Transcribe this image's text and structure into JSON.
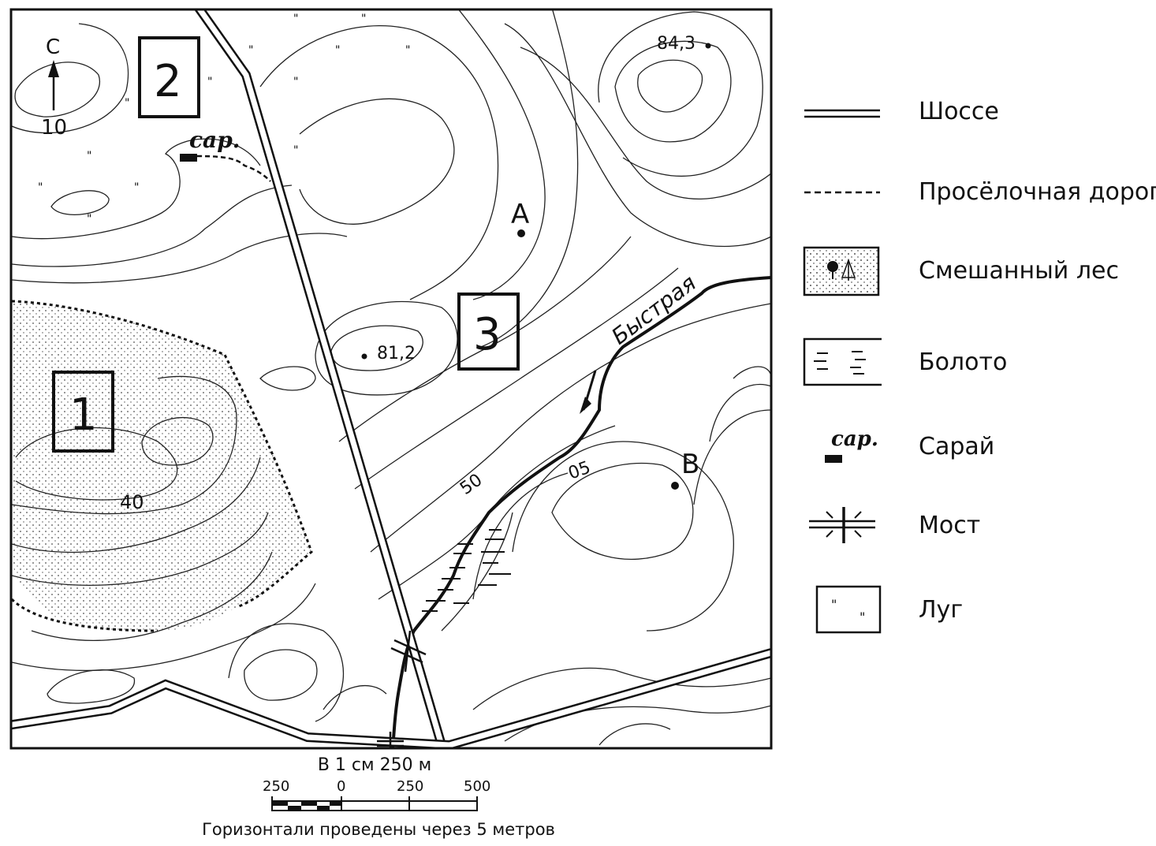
{
  "map": {
    "north_label": "С",
    "azimuth_label": "10",
    "area_labels": [
      "1",
      "2",
      "3"
    ],
    "points": {
      "a": "A",
      "b": "B"
    },
    "elevations": {
      "hill_ne": "84,3",
      "hill_center": "81,2"
    },
    "contour_labels": {
      "c40": "40",
      "c50": "50",
      "c05": "05"
    },
    "river_name": "Быстрая",
    "barn_label": "сар."
  },
  "legend": [
    {
      "symbol": "highway-symbol",
      "label": "Шоссе"
    },
    {
      "symbol": "dirt-road-symbol",
      "label": "Просёлочная дорога"
    },
    {
      "symbol": "mixed-forest-symbol",
      "label": "Смешанный лес"
    },
    {
      "symbol": "swamp-symbol",
      "label": "Болото"
    },
    {
      "symbol": "barn-symbol",
      "label": "Сарай",
      "symbol_text": "сар."
    },
    {
      "symbol": "bridge-symbol",
      "label": "Мост"
    },
    {
      "symbol": "meadow-symbol",
      "label": "Луг"
    }
  ],
  "scale": {
    "title": "В 1 см 250 м",
    "ticks": [
      "250",
      "0",
      "250",
      "500"
    ],
    "note": "Горизонтали проведены через 5 метров"
  }
}
